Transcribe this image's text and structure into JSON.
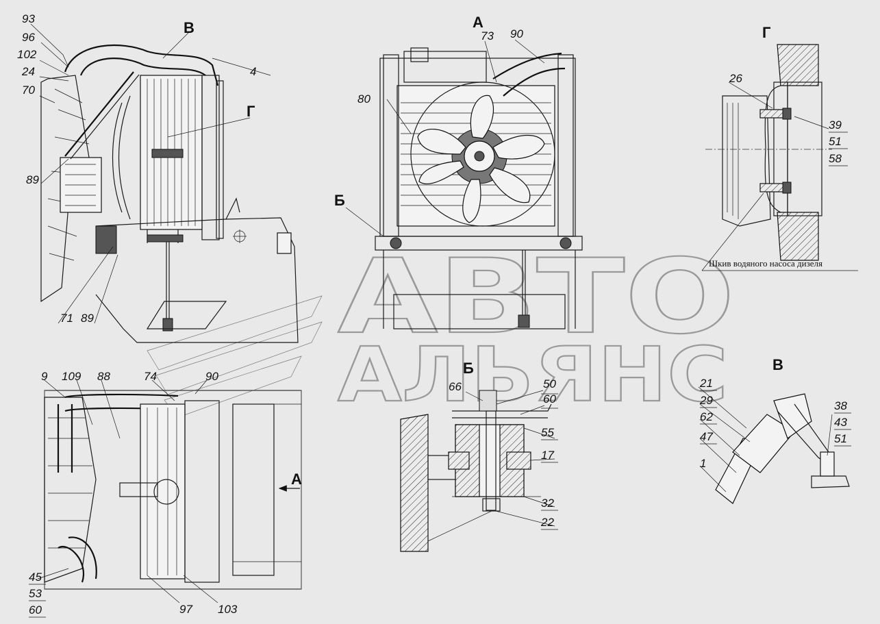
{
  "views": {
    "V_top": "В",
    "A_top": "А",
    "G_top": "Г",
    "G_mark": "Г",
    "B_mark": "Б",
    "B_bottom": "Б",
    "V_bottom": "В",
    "A_arrow": "А"
  },
  "watermark": {
    "line1": "АВТО",
    "line2": "АЛЬЯНС"
  },
  "note_text": "Шкив водяного насоса дизеля",
  "labels": {
    "l93": "93",
    "l96": "96",
    "l102": "102",
    "l24": "24",
    "l70": "70",
    "l89a": "89",
    "l71": "71",
    "l89b": "89",
    "l4": "4",
    "l73": "73",
    "l90a": "90",
    "l80": "80",
    "l26": "26",
    "l39": "39",
    "l51a": "51",
    "l58": "58",
    "l9": "9",
    "l109": "109",
    "l88": "88",
    "l74": "74",
    "l90b": "90",
    "l45": "45",
    "l53": "53",
    "l60a": "60",
    "l97": "97",
    "l103": "103",
    "l66": "66",
    "l50": "50",
    "l60b": "60",
    "l55": "55",
    "l17": "17",
    "l32": "32",
    "l22": "22",
    "l21": "21",
    "l29": "29",
    "l62": "62",
    "l47": "47",
    "l1": "1",
    "l38": "38",
    "l43": "43",
    "l51b": "51"
  }
}
